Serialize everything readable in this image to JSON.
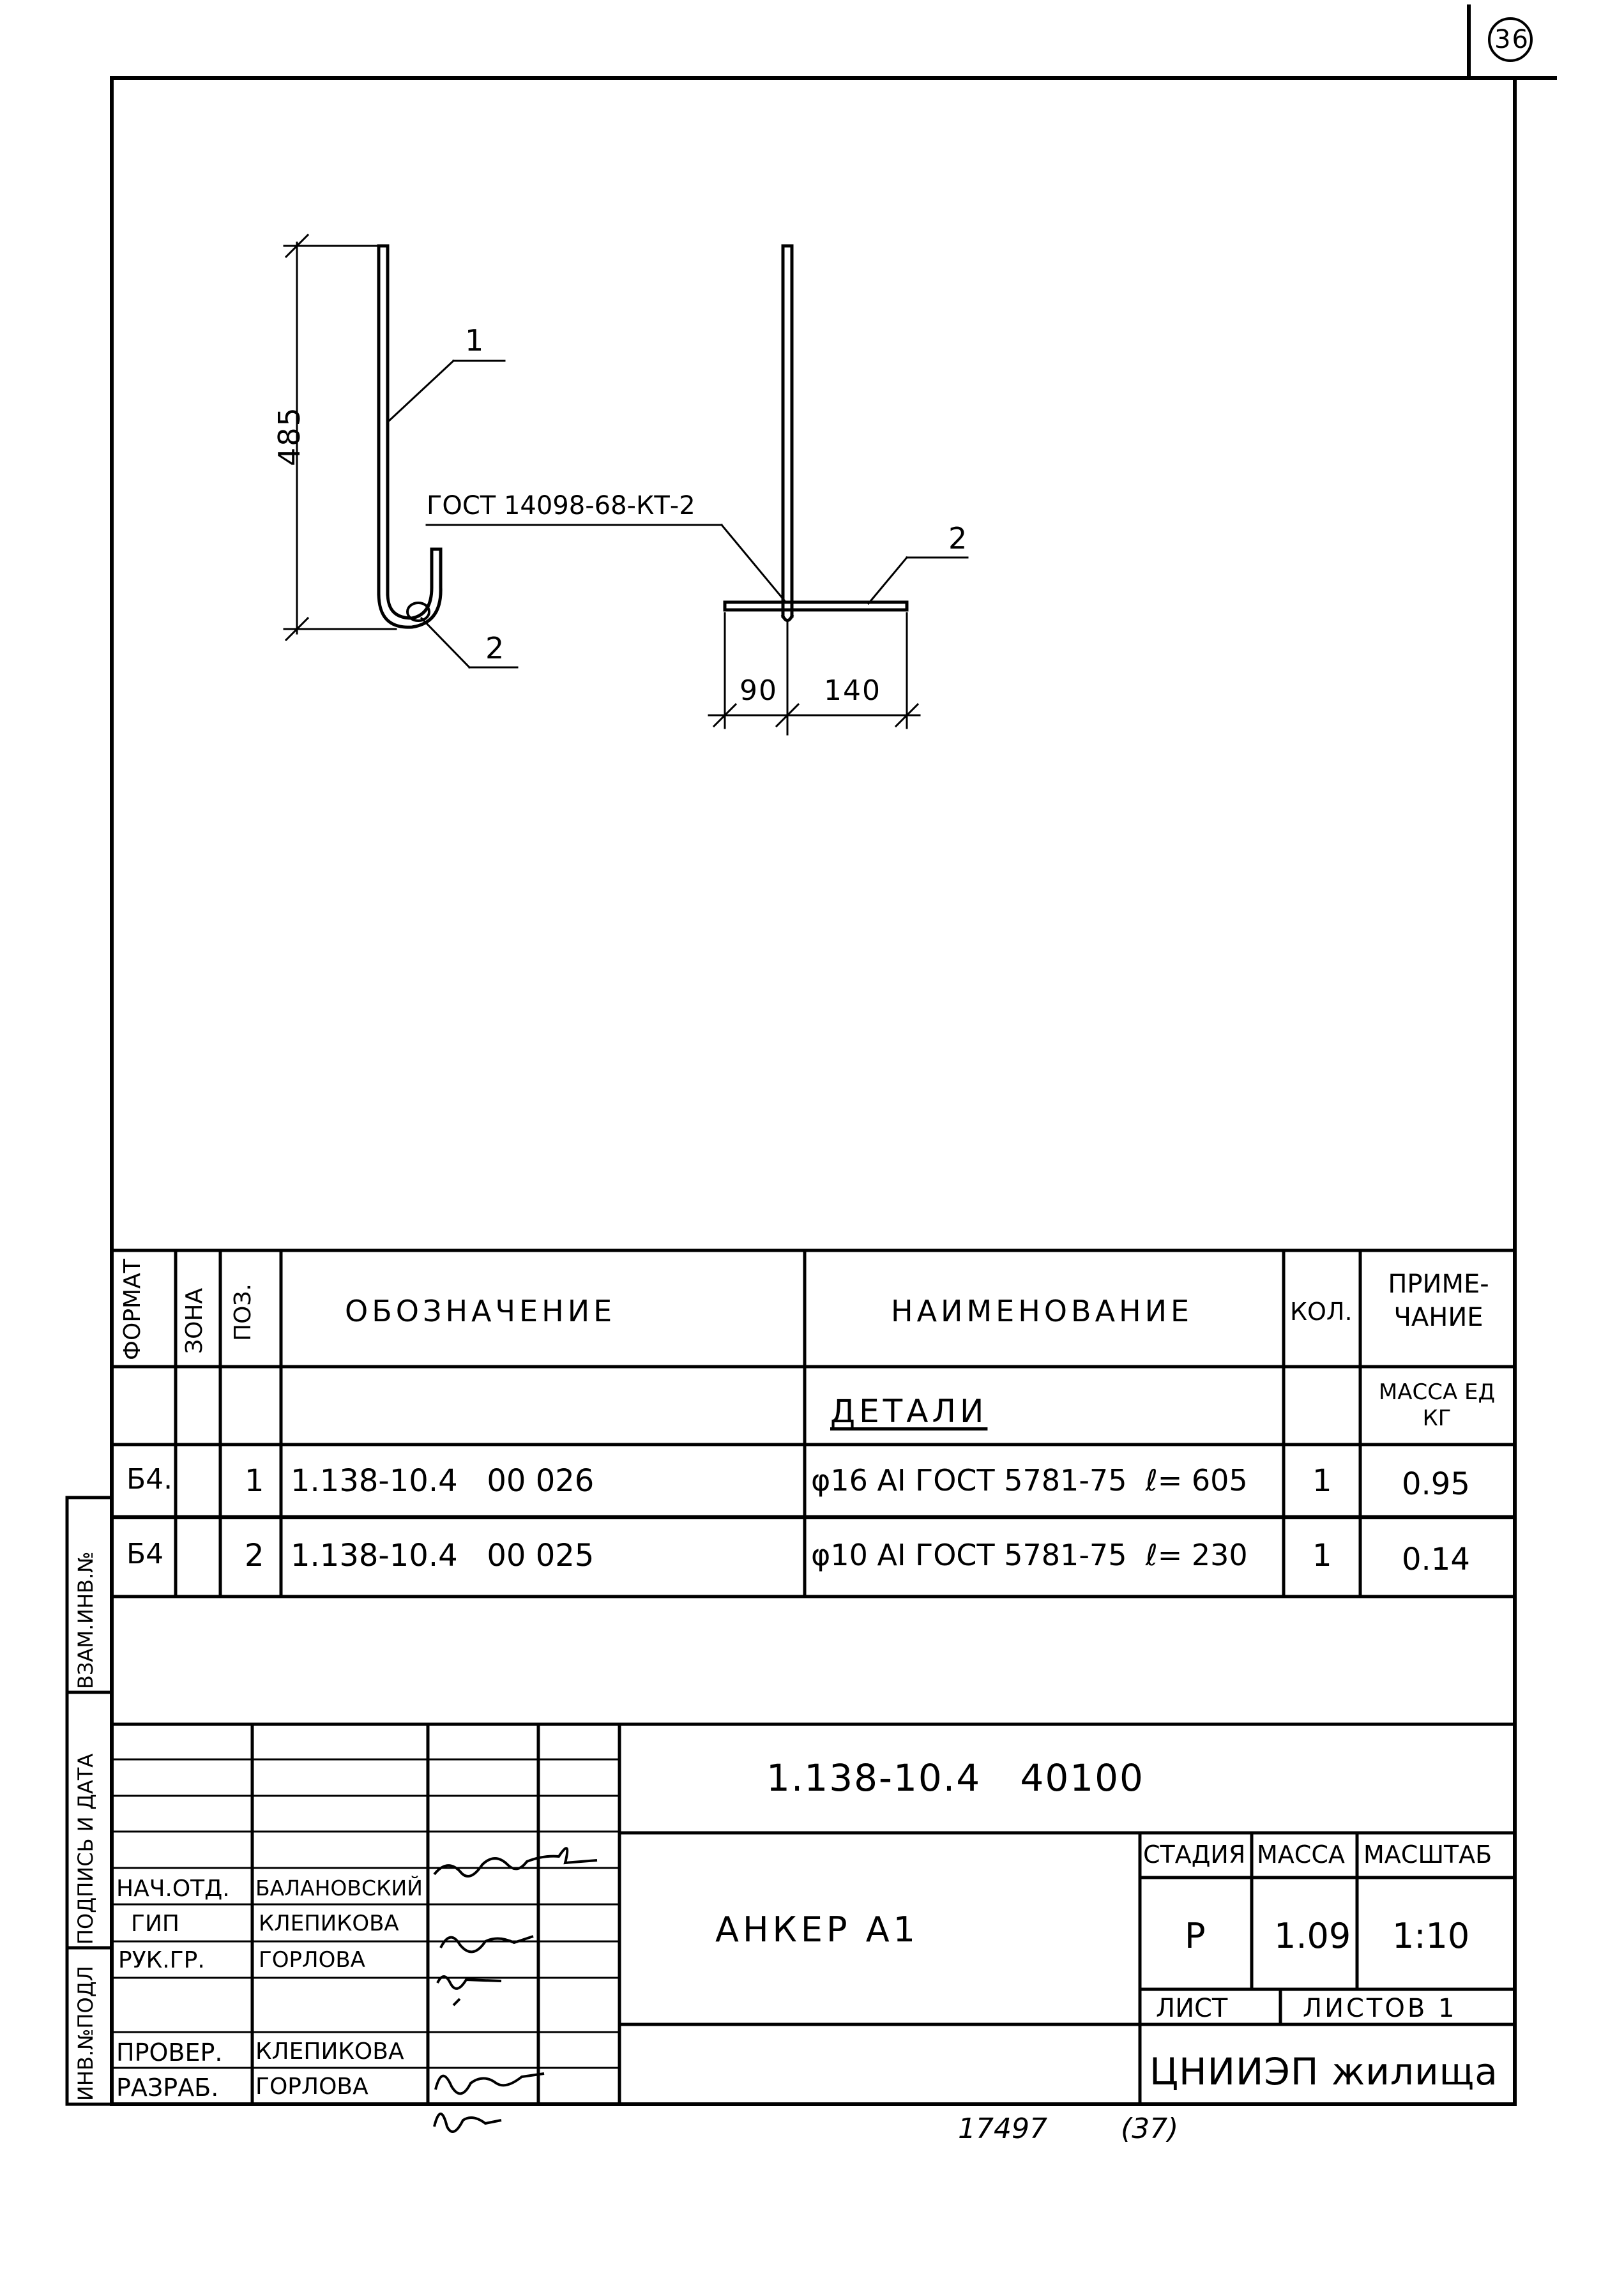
{
  "sheet_number": "36",
  "drawing": {
    "dim_height": "485",
    "pos1": "1",
    "pos2_left": "2",
    "pos2_right": "2",
    "weld_label": "ГОСТ 14098-68-КТ-2",
    "dim_90": "90",
    "dim_140": "140"
  },
  "side_stamp": {
    "inv_vzam": "ВЗАМ.ИНВ.№",
    "podpis": "ПОДПИСЬ И ДАТА",
    "inv_podl": "ИНВ.№ПОДЛ"
  },
  "spec_table": {
    "headers": {
      "format": "ФОРМАТ",
      "zona": "ЗОНА",
      "poz": "ПОЗ.",
      "oboznachenie": "ОБОЗНАЧЕНИЕ",
      "naimenovanie": "НАИМЕНОВАНИЕ",
      "kol": "КОЛ.",
      "primechanie": "ПРИМЕ-\nЧАНИЕ"
    },
    "section_title": "ДЕТАЛИ",
    "mass_note": "МАССА ЕД\nКГ",
    "rows": [
      {
        "format": "Б4.",
        "zona": "",
        "poz": "1",
        "oboznachenie": "1.138-10.4   00 026",
        "naimenovanie": "φ16 АI ГОСТ 5781-75  ℓ= 605",
        "kol": "1",
        "primechanie": "0.95"
      },
      {
        "format": "Б4",
        "zona": "",
        "poz": "2",
        "oboznachenie": "1.138-10.4   00 025",
        "naimenovanie": "φ10 АI ГОСТ 5781-75  ℓ= 230",
        "kol": "1",
        "primechanie": "0.14"
      }
    ]
  },
  "title_block": {
    "doc_code": "1.138-10.4   40100",
    "title": "АНКЕР А1",
    "stadiya_label": "СТАДИЯ",
    "massa_label": "МАССА",
    "masshtab_label": "МАСШТАБ",
    "stadiya": "Р",
    "massa": "1.09",
    "masshtab": "1:10",
    "list_label": "ЛИСТ",
    "listov_label": "ЛИСТОВ 1",
    "organization": "ЦНИИЭП жилища",
    "people": [
      {
        "role": "НАЧ.ОТД.",
        "name": "БАЛАНОВСКИЙ"
      },
      {
        "role": "ГИП",
        "name": "КЛЕПИКОВА"
      },
      {
        "role": "РУК.ГР.",
        "name": "ГОРЛОВА"
      },
      {
        "role": "ПРОВЕР.",
        "name": "КЛЕПИКОВА"
      },
      {
        "role": "РАЗРАБ.",
        "name": "ГОРЛОВА"
      }
    ]
  },
  "footer": {
    "left": "17497",
    "right": "(37)"
  }
}
